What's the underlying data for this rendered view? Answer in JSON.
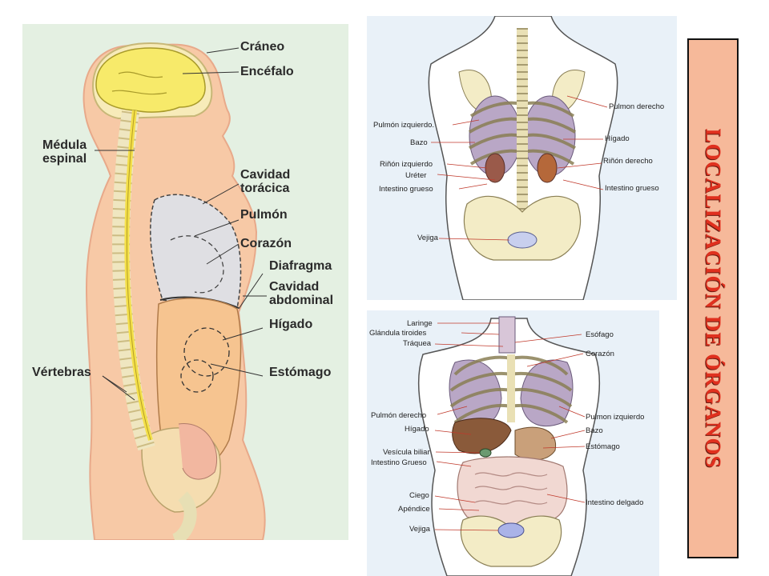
{
  "title": "LOCALIZACIÓN DE ÓRGANOS",
  "colors": {
    "title_text": "#e0301e",
    "title_box": "#f6b99a",
    "left_bg": "#e4f0e2",
    "right_bg": "#e9f1f8",
    "brain": "#f7ea6a",
    "spinal_cord": "#f4e04a",
    "skin": "#f7c9a6",
    "abdomen": "#f6c490",
    "thorax": "#dfdfe3",
    "bone": "#f3ecc6"
  },
  "lateral_view": {
    "labels": {
      "craneo": "Cráneo",
      "encefalo": "Encéfalo",
      "medula_1": "Médula",
      "medula_2": "espinal",
      "cavidad_toracica_1": "Cavidad",
      "cavidad_toracica_2": "torácica",
      "pulmon": "Pulmón",
      "corazon": "Corazón",
      "diafragma": "Diafragma",
      "cavidad_abdominal_1": "Cavidad",
      "cavidad_abdominal_2": "abdominal",
      "higado": "Hígado",
      "vertebras": "Vértebras",
      "estomago": "Estómago"
    }
  },
  "posterior_view": {
    "labels": {
      "pulmon_izquierdo": "Pulmón izquierdo.",
      "bazo": "Bazo",
      "rinon_izquierdo": "Riñón izquierdo",
      "ureter": "Uréter",
      "intestino_grueso_left": "Intestino grueso",
      "vejiga": "Vejiga",
      "pulmon_derecho": "Pulmon derecho",
      "higado": "Hígado",
      "rinon_derecho": "Riñón derecho",
      "intestino_grueso_right": "Intestino grueso"
    }
  },
  "anterior_view": {
    "labels": {
      "laringe": "Laringe",
      "glandula_tiroides": "Glándula tiroides",
      "traquea": "Tráquea",
      "pulmon_derecho": "Pulmón derecho",
      "higado": "Hígado",
      "vesicula_biliar": "Vesícula biliar",
      "intestino_grueso": "Intestino Grueso",
      "ciego": "Ciego",
      "apendice": "Apéndice",
      "vejiga": "Vejiga",
      "esofago": "Esófago",
      "corazon": "Corazón",
      "pulmon_izquierdo": "Pulmon izquierdo",
      "bazo": "Bazo",
      "estomago": "Estómago",
      "intestino_delgado": "Intestino delgado"
    }
  }
}
